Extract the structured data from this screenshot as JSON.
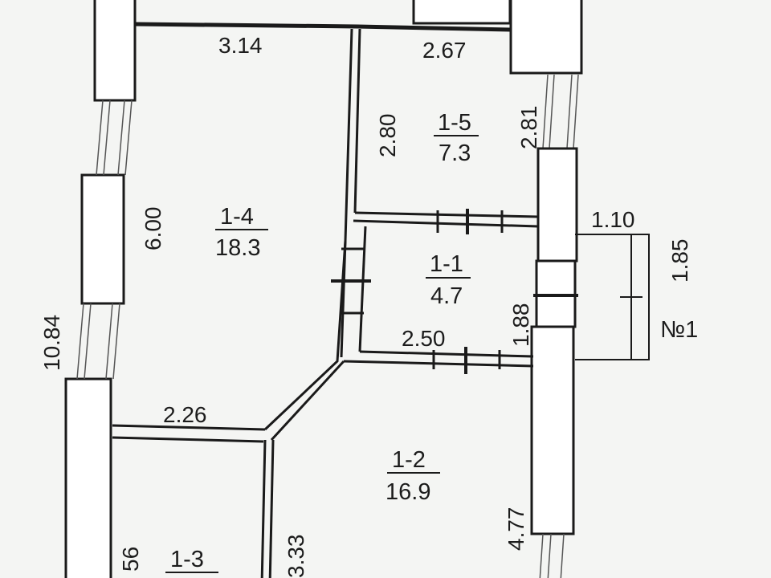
{
  "plan": {
    "overall_height": "10.84",
    "rooms": [
      {
        "id": "1-4",
        "area": "18.3"
      },
      {
        "id": "1-5",
        "area": "7.3"
      },
      {
        "id": "1-1",
        "area": "4.7"
      },
      {
        "id": "1-2",
        "area": "16.9"
      },
      {
        "id": "1-3",
        "area": ""
      }
    ],
    "dimensions": {
      "room_1_4_width": "3.14",
      "room_1_4_height": "6.00",
      "room_1_4_bottom": "2.26",
      "room_1_5_width": "2.67",
      "room_1_5_left": "2.80",
      "room_1_5_right": "2.81",
      "room_1_1_width": "2.50",
      "room_1_1_height": "1.88",
      "room_1_2_right": "4.77",
      "room_1_2_left": "3.33",
      "room_1_3_partial": "56",
      "porch_width": "1.10",
      "porch_depth": "1.85"
    },
    "porch_label": "№1"
  }
}
